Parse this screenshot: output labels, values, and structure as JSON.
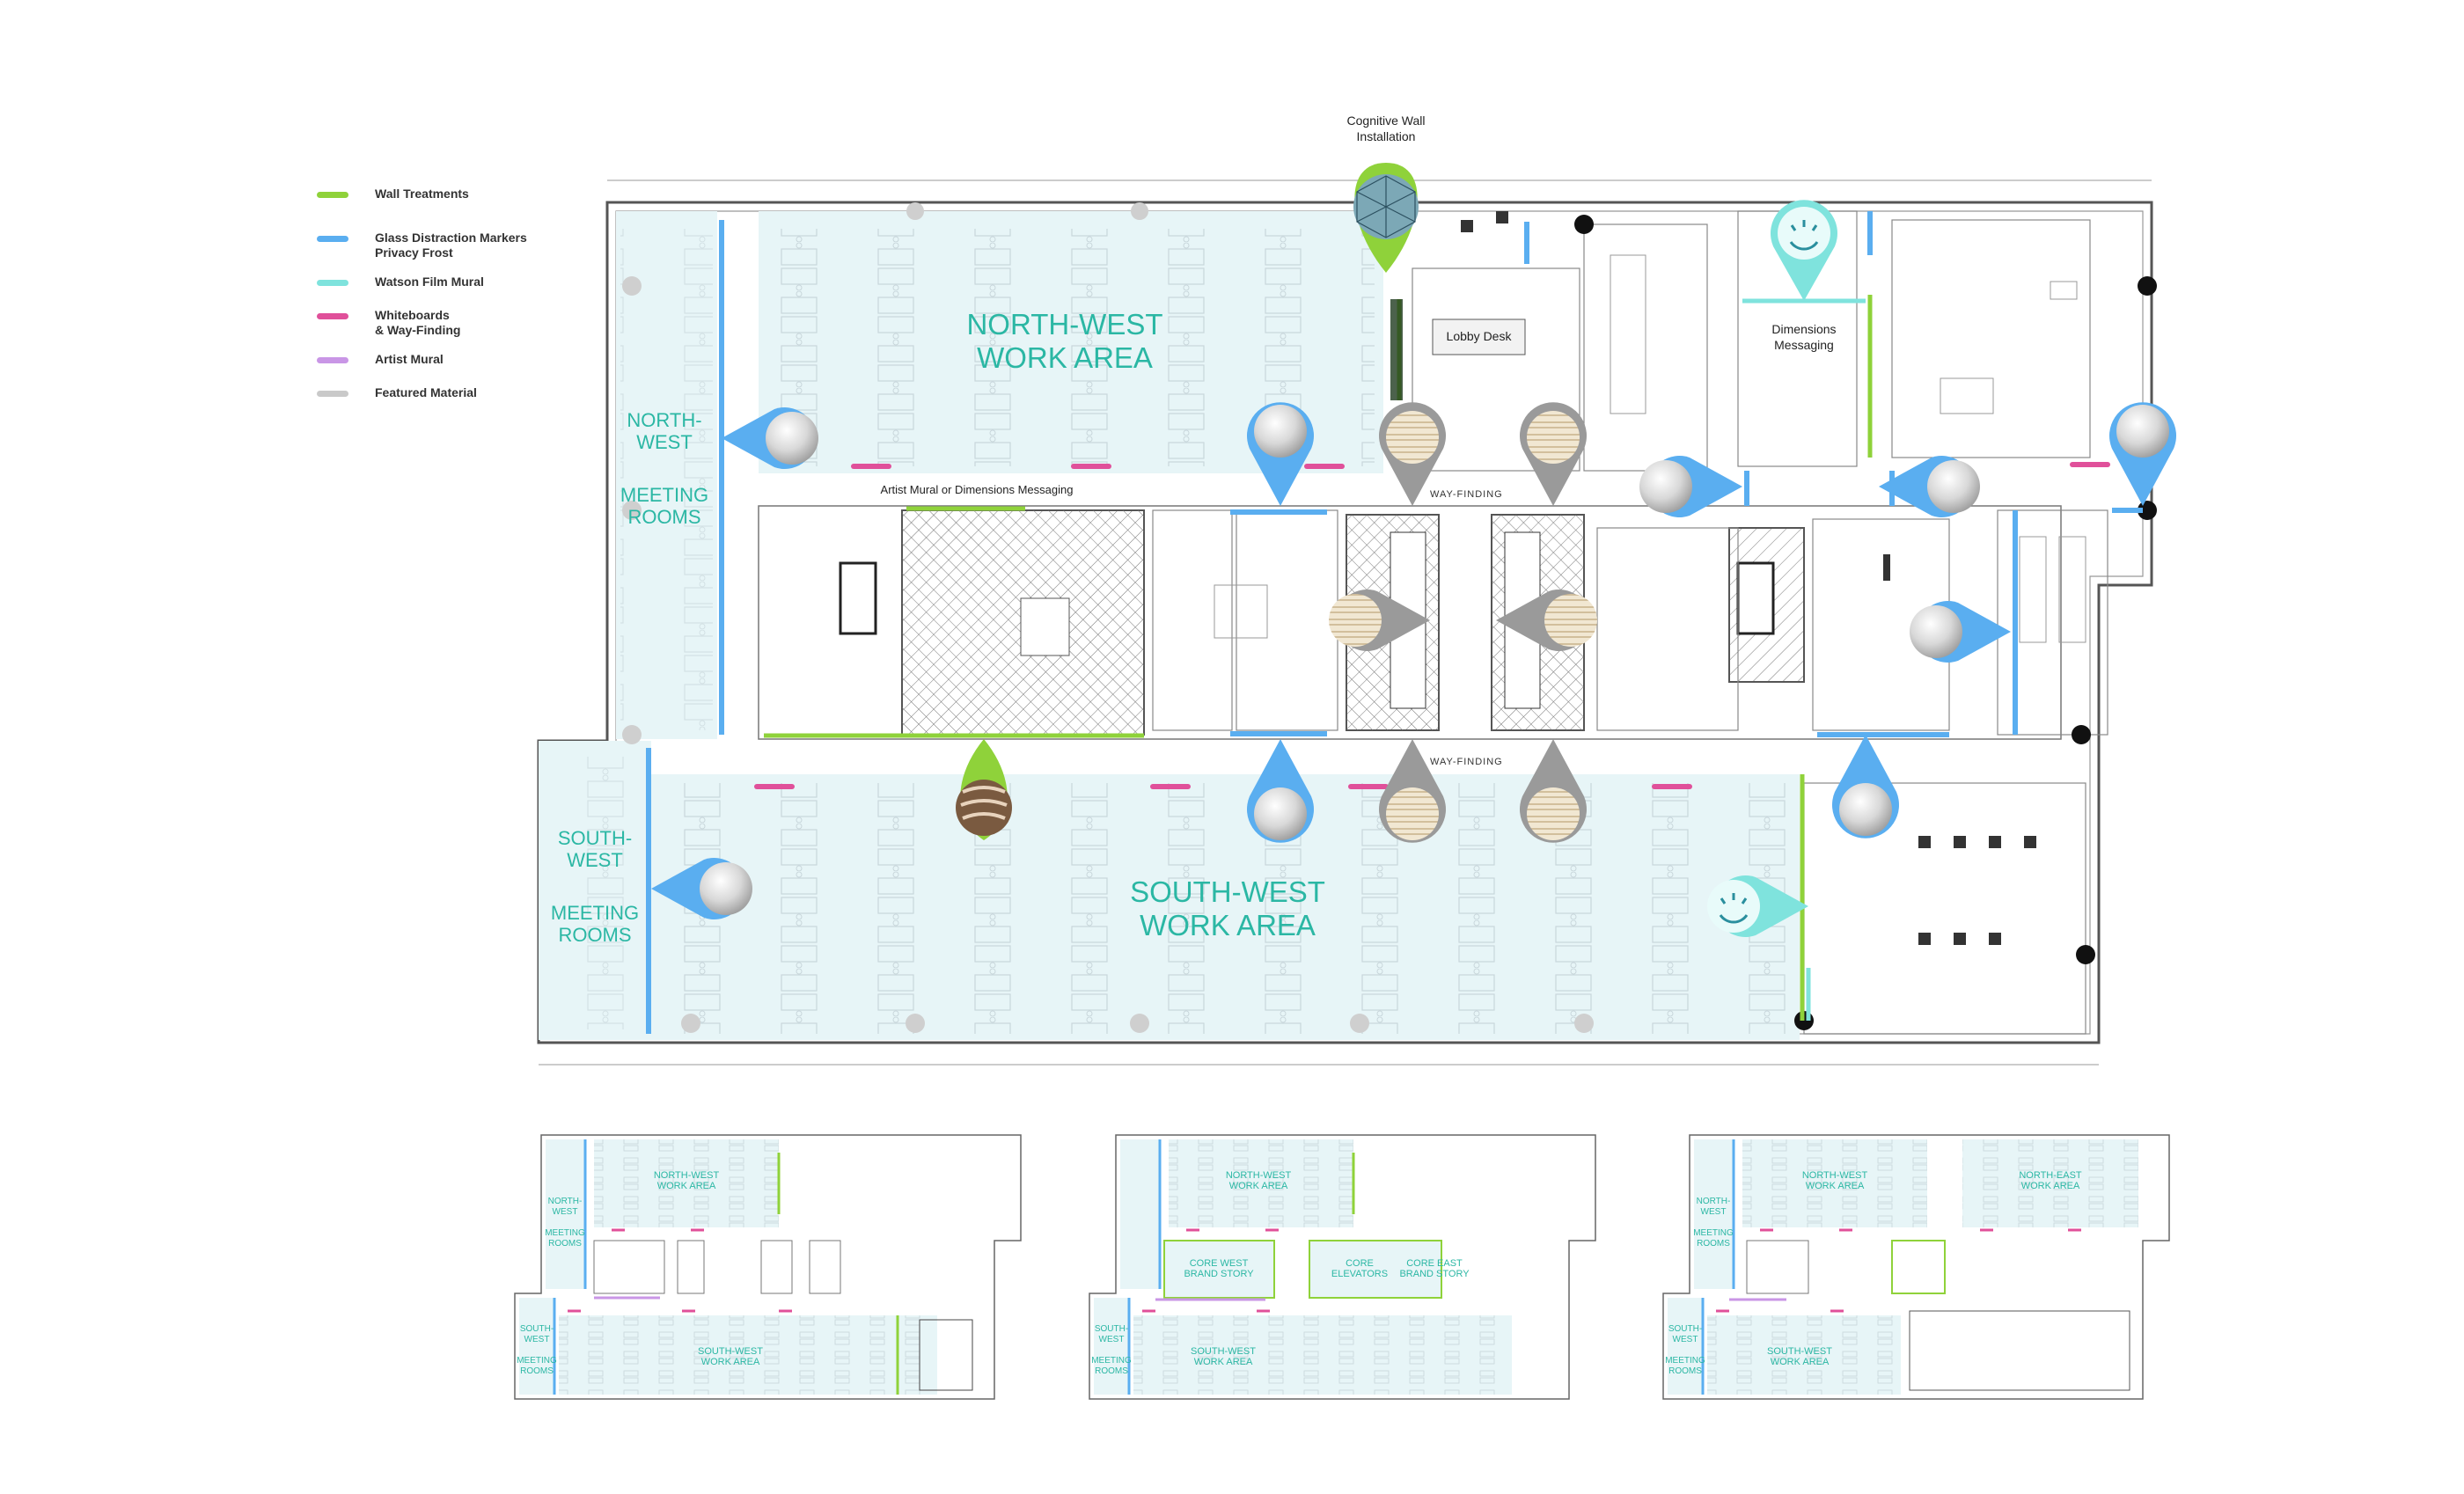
{
  "legend": [
    {
      "label": "Wall Treatments",
      "color": "#8fd23a"
    },
    {
      "label": "Glass Distraction Markers\nPrivacy Frost",
      "color": "#5aaef0"
    },
    {
      "label": "Watson Film Mural",
      "color": "#7fe3dd"
    },
    {
      "label": "Whiteboards\n& Way-Finding",
      "color": "#e0509a"
    },
    {
      "label": "Artist Mural",
      "color": "#c996e6"
    },
    {
      "label": "Featured Material",
      "color": "#c9c9c9"
    }
  ],
  "main_plan": {
    "north_west_work_area": "NORTH-WEST\nWORK AREA",
    "north_west_meeting": "NORTH-\nWEST",
    "north_west_meeting_rooms": "MEETING\nROOMS",
    "south_west_work_area": "SOUTH-WEST\nWORK AREA",
    "south_west_meeting": "SOUTH-\nWEST",
    "south_west_meeting_rooms": "MEETING\nROOMS",
    "cognitive_wall": "Cognitive Wall\nInstallation",
    "lobby_desk": "Lobby Desk",
    "dimensions_messaging": "Dimensions\nMessaging",
    "artist_mural_note": "Artist Mural or Dimensions Messaging",
    "way_finding_top": "WAY-FINDING",
    "way_finding_bottom": "WAY-FINDING"
  },
  "thumbnails": [
    {
      "north_work": "NORTH-WEST\nWORK AREA",
      "north_meeting": "NORTH-\nWEST\n\nMEETING\nROOMS",
      "south_work": "SOUTH-WEST\nWORK AREA",
      "south_meeting": "SOUTH-\nWEST\n\nMEETING\nROOMS"
    },
    {
      "north_work": "NORTH-WEST\nWORK AREA",
      "core_west": "CORE WEST\nBRAND STORY",
      "core_elevators": "CORE\nELEVATORS",
      "core_east": "CORE EAST\nBRAND STORY",
      "south_work": "SOUTH-WEST\nWORK AREA",
      "south_meeting": "SOUTH-\nWEST\n\nMEETING\nROOMS"
    },
    {
      "north_work": "NORTH-WEST\nWORK AREA",
      "north_east_work": "NORTH-EAST\nWORK AREA",
      "north_meeting": "NORTH-\nWEST\n\nMEETING\nROOMS",
      "south_work": "SOUTH-WEST\nWORK AREA",
      "south_meeting": "SOUTH-\nWEST\n\nMEETING\nROOMS"
    }
  ],
  "colors": {
    "teal_text": "#2bb7a4",
    "wall_treatment": "#8fd23a",
    "glass_marker": "#5aaef0",
    "watson": "#7fe3dd",
    "whiteboard": "#e0509a",
    "featured": "#9a9a9a",
    "zone_fill": "#e7f5f7"
  }
}
